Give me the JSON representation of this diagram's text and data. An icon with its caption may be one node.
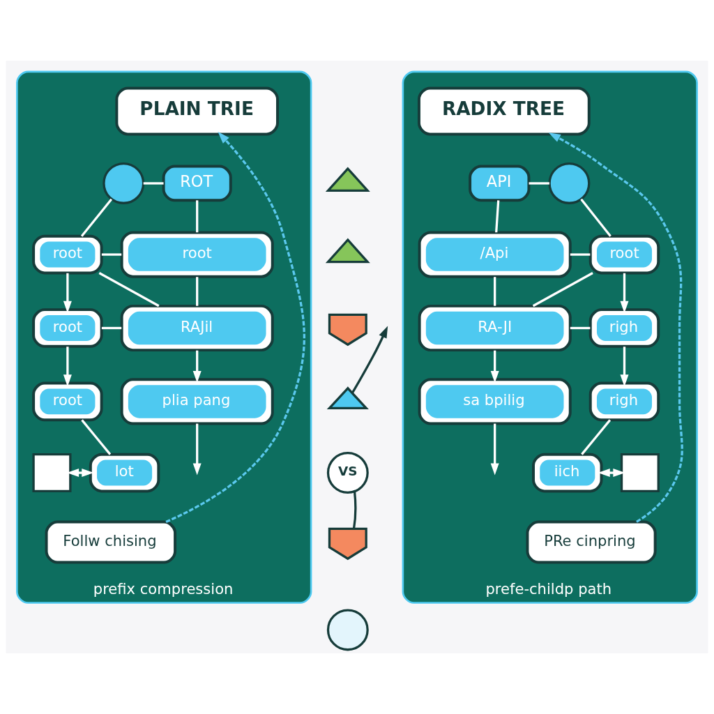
{
  "diagram": {
    "nodes": [
      {
        "text": [
          "prefix compression"
        ]
      },
      {
        "text": [
          "PLAIN TRIE"
        ],
        "in": 0
      },
      {
        "text": [],
        "shape": "circle",
        "in": 0
      },
      {
        "text": [
          "ROT"
        ],
        "in": 0
      },
      {
        "text": [
          "root"
        ],
        "in": 0
      },
      {
        "text": [
          "root"
        ],
        "in": 0
      },
      {
        "text": [
          "RAJil"
        ],
        "in": 0
      },
      {
        "text": [
          "root"
        ],
        "in": 0
      },
      {
        "text": [
          "plia pang"
        ],
        "in": 0
      },
      {
        "text": [
          "root"
        ],
        "in": 0
      },
      {
        "text": [],
        "shape": "box",
        "in": 0
      },
      {
        "text": [
          "lot"
        ],
        "in": 0
      },
      {
        "text": [
          "Follw chising"
        ],
        "in": 0
      },
      {
        "text": [],
        "shape": "picture"
      },
      {
        "text": [],
        "shape": "picture"
      },
      {
        "text": [],
        "shape": "arrow"
      },
      {
        "text": [],
        "shape": "triangle"
      },
      {
        "text": [
          "VS"
        ]
      },
      {
        "text": [],
        "shape": "arrow"
      },
      {
        "text": [],
        "shape": "circle"
      },
      {
        "text": [
          "prefe-childp path"
        ]
      },
      {
        "text": [
          "RADIX TREE"
        ],
        "in": 20
      },
      {
        "text": [
          "API"
        ],
        "in": 20
      },
      {
        "text": [],
        "shape": "circle",
        "in": 20
      },
      {
        "text": [
          "/Api"
        ],
        "in": 20
      },
      {
        "text": [
          "root"
        ],
        "in": 20
      },
      {
        "text": [
          "RA-JI"
        ],
        "in": 20
      },
      {
        "text": [
          "righ"
        ],
        "in": 20
      },
      {
        "text": [
          "sa bpilig"
        ],
        "in": 20
      },
      {
        "text": [
          "righ"
        ],
        "in": 20
      },
      {
        "text": [
          "iich"
        ],
        "in": 20
      },
      {
        "text": [],
        "shape": "box",
        "in": 20
      },
      {
        "text": [
          "PRe cinpring"
        ],
        "in": 20
      }
    ],
    "edges": [
      {
        "from": 2,
        "to": 3,
        "arrow": "none"
      },
      {
        "from": 3,
        "to": 4,
        "arrow": "none"
      },
      {
        "from": 2,
        "to": 5,
        "arrow": "none"
      },
      {
        "from": 5,
        "to": 4,
        "arrow": "none"
      },
      {
        "from": 5,
        "to": 7,
        "arrow": "to"
      },
      {
        "from": 5,
        "to": 6,
        "arrow": "none"
      },
      {
        "from": 7,
        "to": 6,
        "arrow": "none"
      },
      {
        "from": 4,
        "to": 6,
        "arrow": "none"
      },
      {
        "from": 6,
        "to": 8,
        "arrow": "to"
      },
      {
        "from": 7,
        "to": 9,
        "arrow": "to"
      },
      {
        "from": 9,
        "to": 11,
        "arrow": "none"
      },
      {
        "from": 8,
        "to": null,
        "arrow": "to"
      },
      {
        "from": 10,
        "to": 11,
        "arrow": "both"
      },
      {
        "from": 12,
        "to": 1,
        "arrow": "to",
        "style": "dashed",
        "color": "#5bc8ee"
      },
      {
        "from": 16,
        "to": null,
        "arrow": "to",
        "color": "#163c3a"
      },
      {
        "from": 17,
        "to": 18,
        "arrow": "none",
        "color": "#163c3a"
      },
      {
        "from": 22,
        "to": 23,
        "arrow": "none"
      },
      {
        "from": 22,
        "to": 24,
        "arrow": "none"
      },
      {
        "from": 23,
        "to": 25,
        "arrow": "none"
      },
      {
        "from": 24,
        "to": 25,
        "arrow": "none"
      },
      {
        "from": 25,
        "to": 26,
        "arrow": "none"
      },
      {
        "from": 25,
        "to": 27,
        "arrow": "to"
      },
      {
        "from": 26,
        "to": 27,
        "arrow": "none"
      },
      {
        "from": 24,
        "to": 26,
        "arrow": "none"
      },
      {
        "from": 26,
        "to": 28,
        "arrow": "to"
      },
      {
        "from": 27,
        "to": 29,
        "arrow": "to"
      },
      {
        "from": 29,
        "to": 30,
        "arrow": "none"
      },
      {
        "from": 28,
        "to": null,
        "arrow": "to"
      },
      {
        "from": 30,
        "to": 31,
        "arrow": "both"
      },
      {
        "from": 32,
        "to": 21,
        "arrow": "to",
        "style": "dashed",
        "color": "#5bc8ee"
      }
    ]
  }
}
